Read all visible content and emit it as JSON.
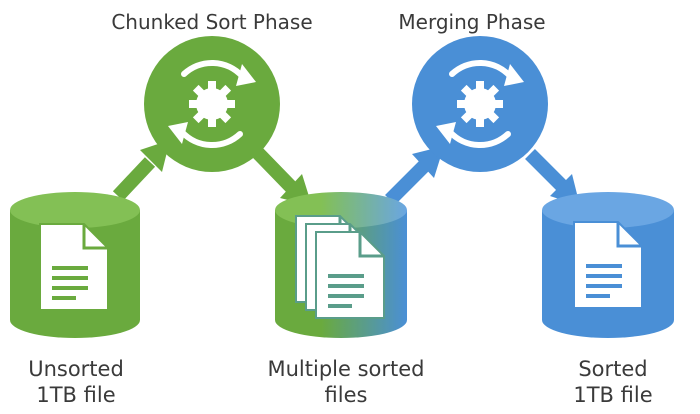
{
  "phases": {
    "sort": "Chunked Sort Phase",
    "merge": "Merging Phase"
  },
  "nodes": {
    "unsorted": {
      "line1": "Unsorted",
      "line2": "1TB file"
    },
    "multiple": {
      "line1": "Multiple sorted",
      "line2": "files"
    },
    "sorted": {
      "line1": "Sorted",
      "line2": "1TB file"
    }
  },
  "colors": {
    "green": "#6aaa3e",
    "green_dark": "#4f8a28",
    "blue": "#4a8fd6",
    "blue_dark": "#2f73bd",
    "text": "#3a3a3a"
  },
  "icons": [
    "database-icon",
    "document-icon",
    "gear-cycle-icon",
    "arrow-icon"
  ]
}
